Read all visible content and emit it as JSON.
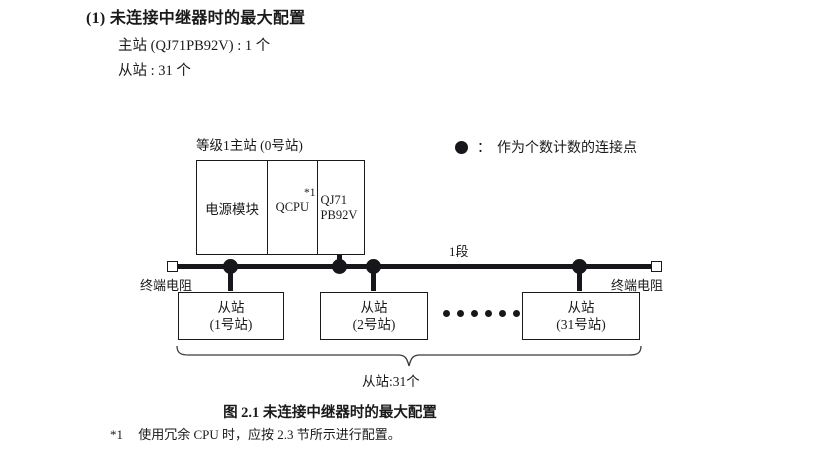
{
  "heading": {
    "number": "(1)",
    "title": "未连接中继器时的最大配置",
    "specs": [
      "主站 (QJ71PB92V) : 1 个",
      "从站 : 31 个"
    ]
  },
  "legend": {
    "symbol_icon": "filled-circle-icon",
    "colon": "：",
    "text": "作为个数计数的连接点"
  },
  "diagram": {
    "master": {
      "caption": "等级1主站 (0号站)",
      "cells": [
        {
          "label": "电源模块"
        },
        {
          "label": "QCPU",
          "footnote_marker": "*1"
        },
        {
          "label_line1": "QJ71",
          "label_line2": "PB92V"
        }
      ]
    },
    "bus": {
      "segment_label": "1段",
      "terminator_left_label": "终端电阻",
      "terminator_right_label": "终端电阻",
      "terminator_icon": "open-square-icon",
      "connection_point_icon": "filled-circle-icon",
      "connection_point_count": 4
    },
    "slaves": [
      {
        "line1": "从站",
        "line2": "(1号站)"
      },
      {
        "line1": "从站",
        "line2": "(2号站)"
      },
      {
        "line1": "从站",
        "line2": "(31号站)"
      }
    ],
    "ellipsis_dot_count": 6,
    "brace_label": "从站:31个"
  },
  "figure": {
    "caption": "图 2.1  未连接中继器时的最大配置"
  },
  "footnote": {
    "marker": "*1",
    "text": "使用冗余 CPU 时，应按 2.3 节所示进行配置。"
  },
  "colors": {
    "ink": "#1a1a1a",
    "bus": "#17171b",
    "paper": "#ffffff"
  }
}
